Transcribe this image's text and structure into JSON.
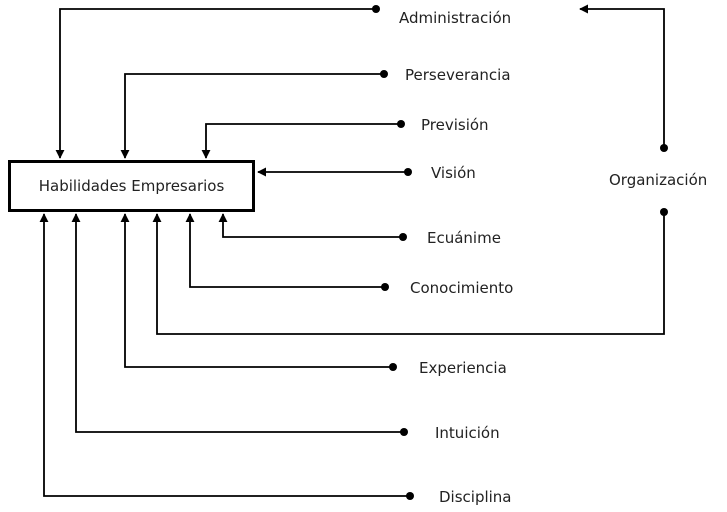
{
  "central": {
    "label": "Habilidades Empresarios"
  },
  "factors": {
    "administracion": "Administración",
    "perseverancia": "Perseverancia",
    "prevision": "Previsión",
    "vision": "Visión",
    "ecuanime": "Ecuánime",
    "conocimiento": "Conocimiento",
    "experiencia": "Experiencia",
    "intuicion": "Intuición",
    "disciplina": "Disciplina",
    "organizacion": "Organización"
  }
}
